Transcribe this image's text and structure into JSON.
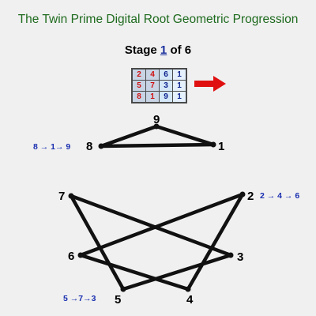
{
  "title": "The Twin Prime Digital Root Geometric Progression",
  "stage": {
    "prefix": "Stage",
    "current": "1",
    "suffix": "of 6"
  },
  "grid": [
    [
      "2",
      "4",
      "6",
      "1"
    ],
    [
      "5",
      "7",
      "3",
      "1"
    ],
    [
      "8",
      "1",
      "9",
      "1"
    ]
  ],
  "arrow_color": "#e01010",
  "triangle": {
    "nodes": [
      {
        "id": "9",
        "label": "9"
      },
      {
        "id": "8",
        "label": "8"
      },
      {
        "id": "1",
        "label": "1"
      }
    ],
    "sequence": "8 → 1→ 9"
  },
  "hexagram": {
    "nodes": [
      {
        "id": "7",
        "label": "7"
      },
      {
        "id": "2",
        "label": "2"
      },
      {
        "id": "6",
        "label": "6"
      },
      {
        "id": "3",
        "label": "3"
      },
      {
        "id": "5",
        "label": "5"
      },
      {
        "id": "4",
        "label": "4"
      }
    ],
    "sequences": [
      {
        "id": "right",
        "text": "2 → 4 → 6"
      },
      {
        "id": "bottom-left",
        "text": "5 →7→3"
      }
    ]
  }
}
